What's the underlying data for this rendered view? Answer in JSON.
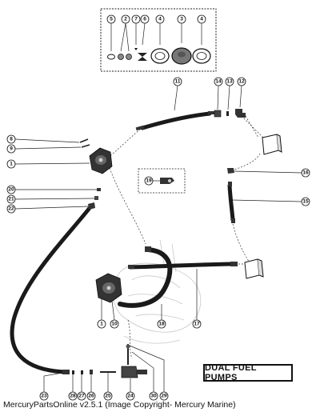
{
  "diagram": {
    "title": "DUAL FUEL PUMPS",
    "footer": "MercuryPartsOnline v2.5.1 (Image Copyright- Mercury Marine)",
    "inset_parts": [
      "5",
      "2",
      "7",
      "6",
      "4",
      "3",
      "4"
    ],
    "callouts": {
      "c11": "11",
      "c14": "14",
      "c13": "13",
      "c12": "12",
      "c8": "8",
      "c9": "9",
      "c1a": "1",
      "c16": "16",
      "c19": "19",
      "c15": "15",
      "c20": "20",
      "c21": "21",
      "c22": "22",
      "c1b": "1",
      "c10": "10",
      "c18": "18",
      "c17": "17",
      "c23": "23",
      "c28": "28",
      "c27": "27",
      "c26": "26",
      "c25": "25",
      "c24": "24",
      "c30": "30",
      "c29": "29"
    }
  }
}
